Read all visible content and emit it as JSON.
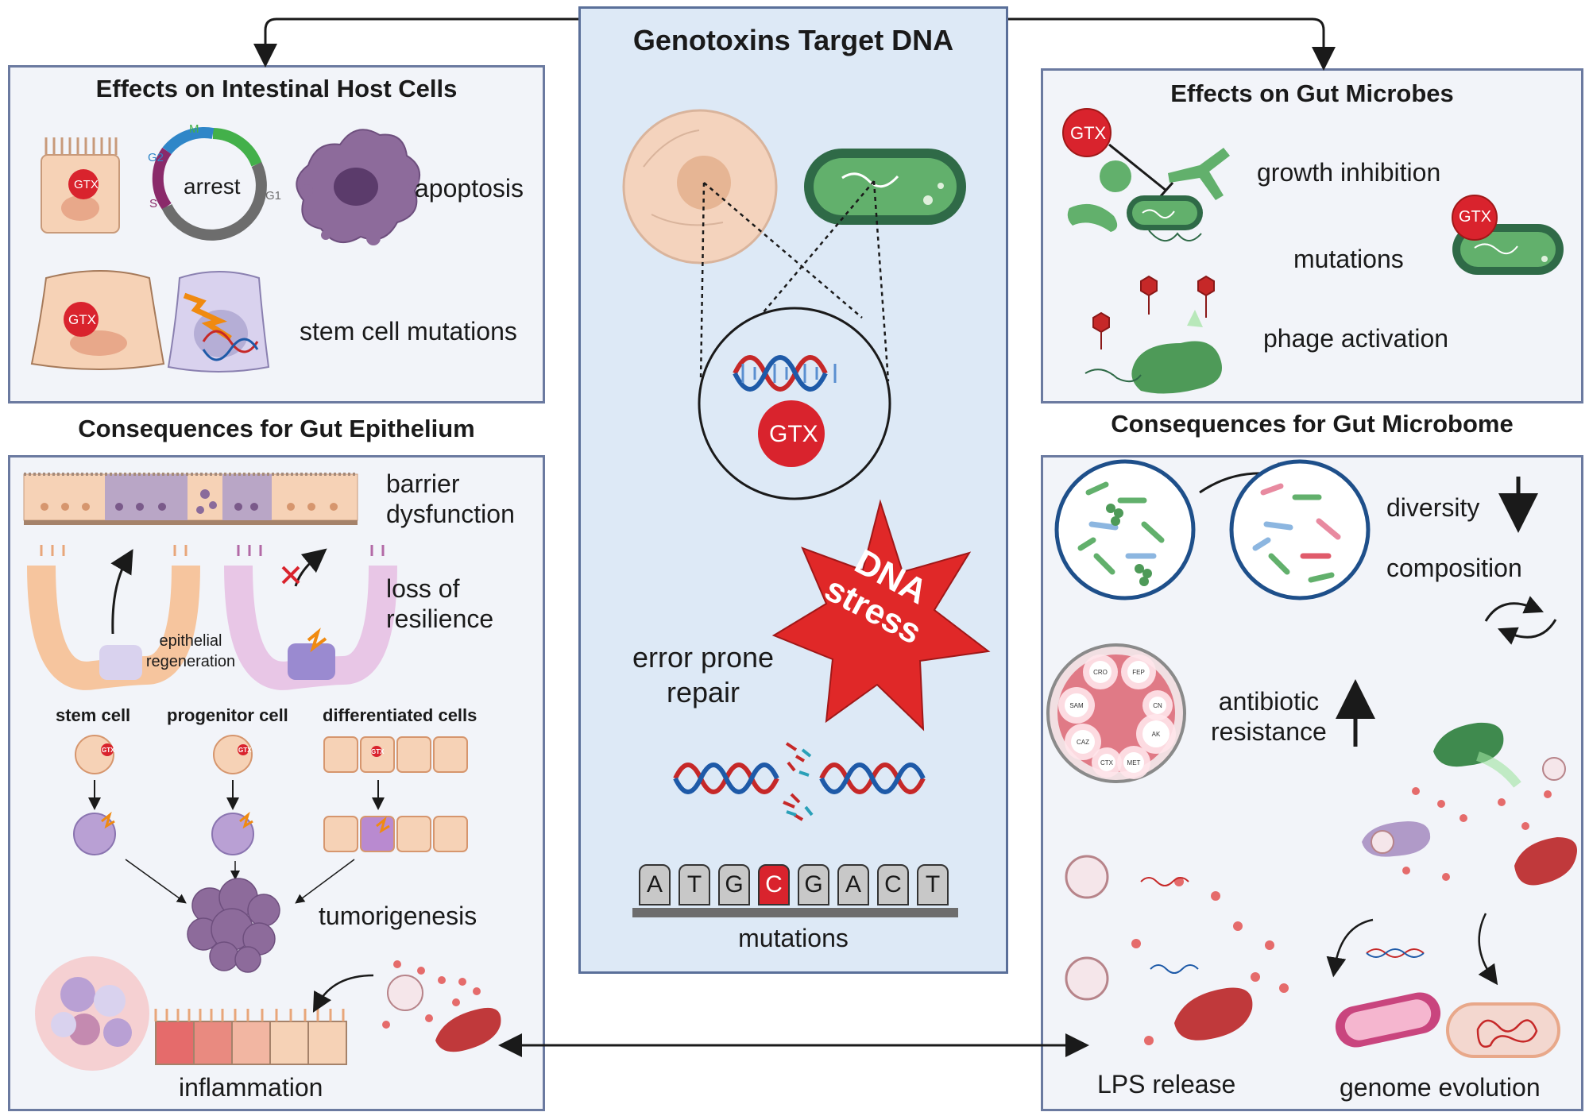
{
  "center": {
    "title": "Genotoxins Target DNA",
    "gtx_label": "GTX",
    "dna_stress": [
      "DNA",
      "stress"
    ],
    "error_repair": [
      "error prone",
      "repair"
    ],
    "bases": [
      "A",
      "T",
      "G",
      "C",
      "G",
      "A",
      "C",
      "T"
    ],
    "mutations": "mutations"
  },
  "host_cells": {
    "title": "Effects on Intestinal Host Cells",
    "gtx": "GTX",
    "cycle": {
      "center": "arrest",
      "phases": [
        "M",
        "G2",
        "S",
        "G1"
      ]
    },
    "apoptosis": "apoptosis",
    "stem_cell_mutations": "stem cell mutations"
  },
  "microbes": {
    "title": "Effects on Gut Microbes",
    "gtx": "GTX",
    "growth_inhibition": "growth inhibition",
    "mutations": "mutations",
    "phage_activation": "phage activation"
  },
  "epithelium": {
    "title": "Consequences for Gut Epithelium",
    "barrier": [
      "barrier",
      "dysfunction"
    ],
    "resilience": [
      "loss of",
      "resilience"
    ],
    "regeneration": [
      "epithelial",
      "regeneration"
    ],
    "cell_types": [
      "stem cell",
      "progenitor cell",
      "differentiated cells"
    ],
    "gtx_small": "GTX",
    "tumorigenesis": "tumorigenesis",
    "inflammation": "inflammation"
  },
  "microbiome": {
    "title": "Consequences for Gut Microbome",
    "diversity": "diversity",
    "composition": "composition",
    "antibiotic": [
      "antibiotic",
      "resistance"
    ],
    "discs": [
      "CRO",
      "FEP",
      "SAM",
      "CN",
      "AK",
      "CAZ",
      "CTX",
      "MET"
    ],
    "lps": "LPS release",
    "genome": "genome evolution"
  }
}
